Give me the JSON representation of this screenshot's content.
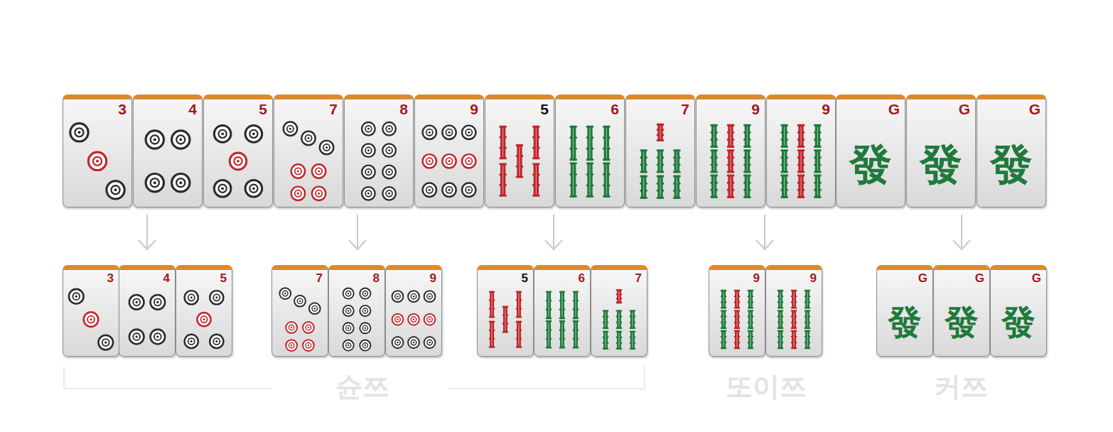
{
  "diagram": {
    "nodes": [
      {
        "text": [
          "3"
        ]
      },
      {
        "text": [
          "4"
        ]
      },
      {
        "text": [
          "5"
        ]
      },
      {
        "text": [
          "7"
        ]
      },
      {
        "text": [
          "8"
        ]
      },
      {
        "text": [
          "9"
        ]
      },
      {
        "text": [
          "5"
        ]
      },
      {
        "text": [
          "6"
        ]
      },
      {
        "text": [
          "7"
        ]
      },
      {
        "text": [
          "9"
        ]
      },
      {
        "text": [
          "9"
        ]
      },
      {
        "text": [
          "G",
          "發"
        ]
      },
      {
        "text": [
          "G",
          "發"
        ]
      },
      {
        "text": [
          "G",
          "發"
        ]
      },
      {
        "text": [
          "3"
        ]
      },
      {
        "text": [
          "4"
        ]
      },
      {
        "text": [
          "5"
        ]
      },
      {
        "text": [
          "7"
        ]
      },
      {
        "text": [
          "8"
        ]
      },
      {
        "text": [
          "9"
        ]
      },
      {
        "text": [
          "5"
        ]
      },
      {
        "text": [
          "6"
        ]
      },
      {
        "text": [
          "7"
        ]
      },
      {
        "text": [
          "9"
        ]
      },
      {
        "text": [
          "9"
        ]
      },
      {
        "text": [
          "G",
          "發"
        ]
      },
      {
        "text": [
          "G",
          "發"
        ]
      },
      {
        "text": [
          "G",
          "發"
        ]
      }
    ],
    "labels": [
      "슌쯔",
      "또이쯔",
      "커쯔"
    ]
  }
}
